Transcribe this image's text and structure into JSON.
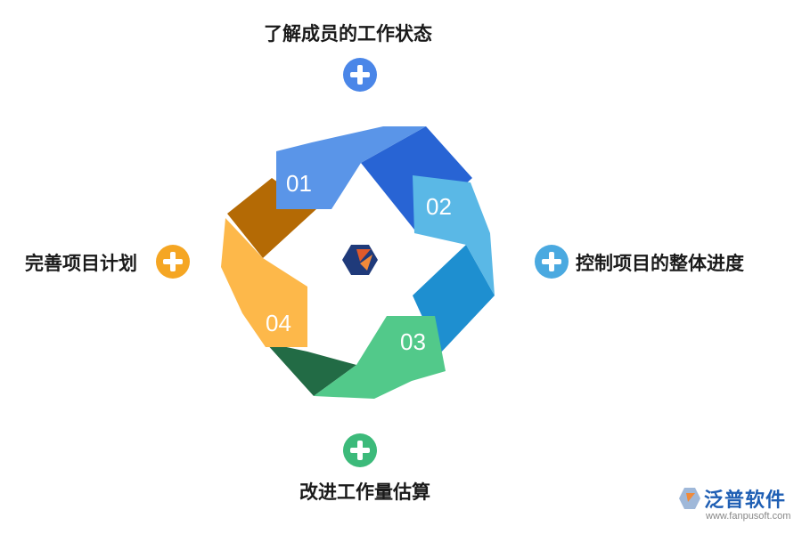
{
  "items": [
    {
      "number": "01",
      "label": "了解成员的工作状态",
      "color": "#4a86e8"
    },
    {
      "number": "02",
      "label": "控制项目的整体进度",
      "color": "#4aa9e0"
    },
    {
      "number": "03",
      "label": "改进工作量估算",
      "color": "#3cba7a"
    },
    {
      "number": "04",
      "label": "完善项目计划",
      "color": "#f5a623"
    }
  ],
  "icons": {
    "add": "plus-icon",
    "center": "logo-icon"
  },
  "watermark": {
    "text": "泛普软件",
    "url": "www.fanpusoft.com"
  }
}
